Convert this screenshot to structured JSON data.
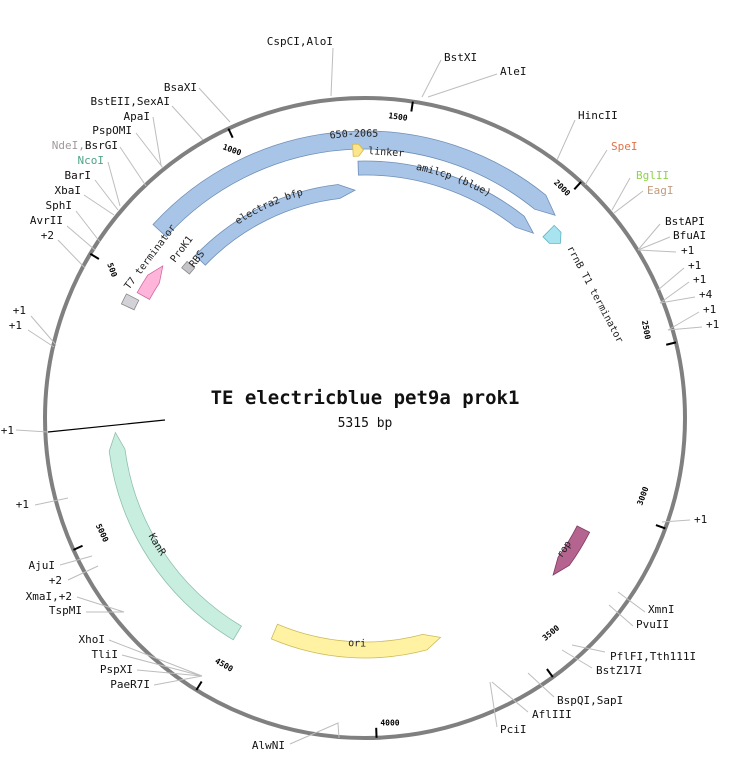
{
  "plasmid": {
    "title": "TE electricblue pet9a prok1",
    "length_label": "5315 bp",
    "length_bp": 5315
  },
  "colors": {
    "backbone": "#808080",
    "blue": "#a8c4e6",
    "kanr": "#c8eee0",
    "ori": "#fff3a3",
    "rop": "#b4648f",
    "rrnb": "#a8e4ef",
    "prok1": "#ffb5da",
    "grey": "#d2d2d8",
    "linker": "#fde58a"
  },
  "ticks": [
    {
      "bp": 500,
      "label": "500"
    },
    {
      "bp": 1000,
      "label": "1000"
    },
    {
      "bp": 1500,
      "label": "1500"
    },
    {
      "bp": 2000,
      "label": "2000"
    },
    {
      "bp": 2500,
      "label": "2500"
    },
    {
      "bp": 3000,
      "label": "3000"
    },
    {
      "bp": 3500,
      "label": "3500"
    },
    {
      "bp": 4000,
      "label": "4000"
    },
    {
      "bp": 4500,
      "label": "4500"
    },
    {
      "bp": 5000,
      "label": "5000"
    }
  ],
  "features": [
    {
      "label": "650-2065"
    },
    {
      "label": "linker"
    },
    {
      "label": "amilcp (blue)"
    },
    {
      "label": "electra2 bfp"
    },
    {
      "label": "RBS"
    },
    {
      "label": "ProK1"
    },
    {
      "label": "T7 terminator"
    },
    {
      "label": "rrnB T1 terminator"
    },
    {
      "label": "rop"
    },
    {
      "label": "ori"
    },
    {
      "label": "KanR"
    }
  ],
  "sites": [
    {
      "label": "CspCI,AloI",
      "color": "#111111"
    },
    {
      "label": "BsaXI",
      "color": "#111111"
    },
    {
      "label": "BstEII,SexAI",
      "color": "#111111"
    },
    {
      "label": "ApaI",
      "color": "#111111"
    },
    {
      "label": "PspOMI",
      "color": "#111111"
    },
    {
      "label": "NdeI,",
      "color": "#a09a9a",
      "label2": "BsrGI",
      "color2": "#111111"
    },
    {
      "label": "NcoI",
      "color": "#4fa487"
    },
    {
      "label": "BarI",
      "color": "#111111"
    },
    {
      "label": "XbaI",
      "color": "#111111"
    },
    {
      "label": "SphI",
      "color": "#111111"
    },
    {
      "label": "AvrII",
      "color": "#111111"
    },
    {
      "label": "+2",
      "color": "#111111"
    },
    {
      "label": "+1",
      "color": "#111111"
    },
    {
      "label": "+1",
      "color": "#111111"
    },
    {
      "label": "+1",
      "color": "#111111"
    },
    {
      "label": "+1",
      "color": "#111111"
    },
    {
      "label": "AjuI",
      "color": "#111111"
    },
    {
      "label": "+2",
      "color": "#111111"
    },
    {
      "label": "XmaI,+2",
      "color": "#111111"
    },
    {
      "label": "TspMI",
      "color": "#111111"
    },
    {
      "label": "XhoI",
      "color": "#111111"
    },
    {
      "label": "TliI",
      "color": "#111111"
    },
    {
      "label": "PspXI",
      "color": "#111111"
    },
    {
      "label": "PaeR7I",
      "color": "#111111"
    },
    {
      "label": "AlwNI",
      "color": "#111111"
    },
    {
      "label": "BstXI",
      "color": "#111111"
    },
    {
      "label": "AleI",
      "color": "#111111"
    },
    {
      "label": "HincII",
      "color": "#111111"
    },
    {
      "label": "SpeI",
      "color": "#e0734a"
    },
    {
      "label": "BglII",
      "color": "#8fd44a"
    },
    {
      "label": "EagI",
      "color": "#c49a7c"
    },
    {
      "label": "BstAPI",
      "color": "#111111"
    },
    {
      "label": "BfuAI",
      "color": "#111111"
    },
    {
      "label": "+1",
      "color": "#111111"
    },
    {
      "label": "+1",
      "color": "#111111"
    },
    {
      "label": "+1",
      "color": "#111111"
    },
    {
      "label": "+4",
      "color": "#111111"
    },
    {
      "label": "+1",
      "color": "#111111"
    },
    {
      "label": "+1",
      "color": "#111111"
    },
    {
      "label": "+1",
      "color": "#111111"
    },
    {
      "label": "XmnI",
      "color": "#111111"
    },
    {
      "label": "PvuII",
      "color": "#111111"
    },
    {
      "label": "PflFI,Tth111I",
      "color": "#111111"
    },
    {
      "label": "BstZ17I",
      "color": "#111111"
    },
    {
      "label": "BspQI,SapI",
      "color": "#111111"
    },
    {
      "label": "AflIII",
      "color": "#111111"
    },
    {
      "label": "PciI",
      "color": "#111111"
    }
  ]
}
